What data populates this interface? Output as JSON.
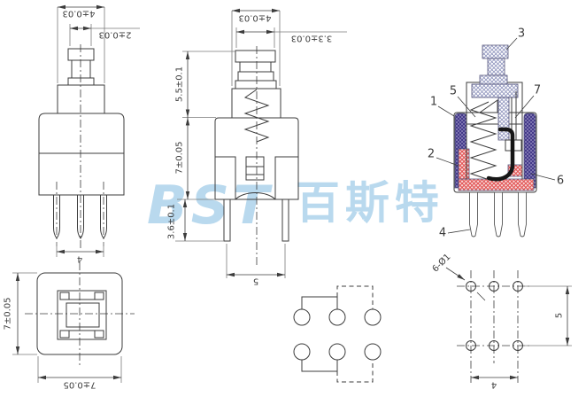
{
  "watermark": {
    "logo": "BST",
    "cjk": "百斯特"
  },
  "front_view": {
    "dim_cap_width": "4±0.03",
    "dim_shaft_width": "2±0.03",
    "dim_pin_span": "4"
  },
  "section_view": {
    "dim_cap_width": "4±0.03",
    "dim_cap_top": "3.3±0.03",
    "dim_stem_height": "5.5±0.1",
    "dim_body_height": "7±0.05",
    "dim_pin_length": "3.6±0.1",
    "dim_pin_span": "5"
  },
  "assembly_view": {
    "labels": {
      "l1": "1",
      "l2": "2",
      "l3": "3",
      "l4": "4",
      "l5": "5",
      "l6": "6",
      "l7": "7"
    }
  },
  "bottom_view": {
    "dim_height": "7±0.05",
    "dim_width": "7±0.05"
  },
  "pcb_view": {
    "dim_holes": "6-Ø1",
    "dim_row_pitch": "5",
    "dim_col_span": "4"
  },
  "colors": {
    "line": "#3c3c3c",
    "dim_line": "#7a7a7a",
    "text": "#3c3c3c",
    "housing_hatch": "#443a8a",
    "housing_bg": "#d6d0ec",
    "base_hatch": "#e25454",
    "base_bg": "#f7d9d9",
    "plunger_hatch": "#8f94bd",
    "contact_wire": "#161616",
    "watermark": "#b9d9ee"
  }
}
